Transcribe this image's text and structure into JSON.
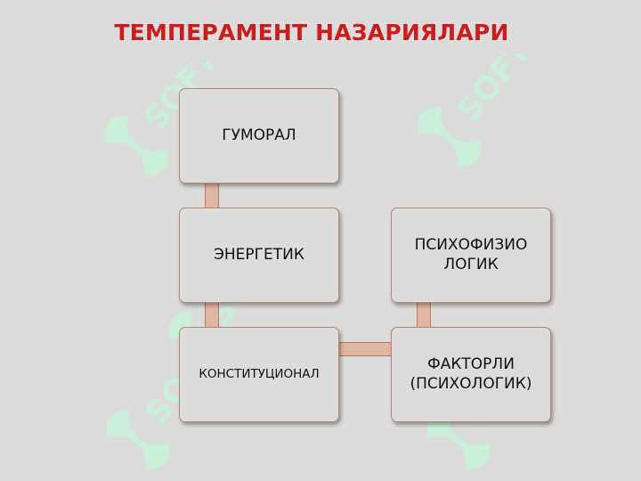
{
  "title": "ТЕМПЕРАМЕНТ НАЗАРИЯЛАРИ",
  "watermark_text": "SOFT",
  "colors": {
    "title": "#cc1d1d",
    "node_border": "#b78875",
    "connector": "#e2b7a2",
    "watermark": "#c9f0d9"
  },
  "diagram": {
    "nodes": {
      "gumoral": {
        "lines": [
          "ГУМОРАЛ"
        ]
      },
      "energetik": {
        "lines": [
          "ЭНЕРГЕТИК"
        ]
      },
      "konstitutsional": {
        "lines": [
          "КОНСТИТУЦИОНАЛ"
        ]
      },
      "psixofiziologik": {
        "lines": [
          "ПСИХОФИЗИО",
          "ЛОГИК"
        ]
      },
      "faktorli": {
        "lines": [
          "ФАКТОРЛИ",
          "(ПСИХОЛОГИК)"
        ]
      }
    },
    "connections": [
      [
        "gumoral",
        "energetik"
      ],
      [
        "energetik",
        "konstitutsional"
      ],
      [
        "konstitutsional",
        "faktorli"
      ],
      [
        "psixofiziologik",
        "faktorli"
      ]
    ]
  }
}
